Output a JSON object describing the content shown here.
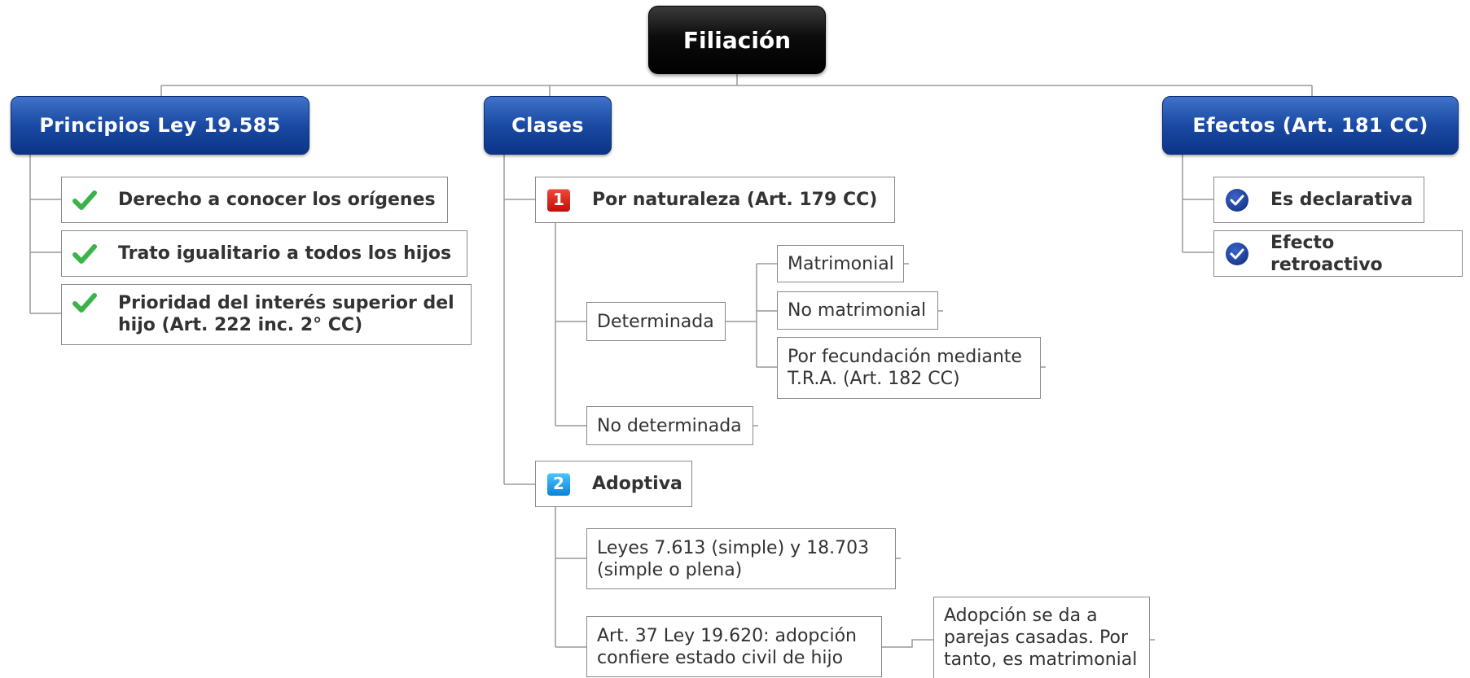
{
  "root": {
    "title": "Filiación"
  },
  "branches": {
    "principios": {
      "title": "Principios Ley 19.585",
      "items": [
        {
          "line1": "Derecho a conocer los orígenes",
          "line2": ""
        },
        {
          "line1": "Trato igualitario a todos los hijos",
          "line2": ""
        },
        {
          "line1": "Prioridad del interés superior del",
          "line2": "hijo (Art. 222 inc. 2° CC)"
        }
      ],
      "icon": "green-check-icon",
      "icon_color": "#3bb34a"
    },
    "clases": {
      "title": "Clases",
      "naturaleza": {
        "badge": "1",
        "label": "Por naturaleza (Art. 179 CC)",
        "determinada": "Determinada",
        "determinada_children": [
          {
            "line1": "Matrimonial",
            "line2": ""
          },
          {
            "line1": "No matrimonial",
            "line2": ""
          },
          {
            "line1": "Por fecundación mediante",
            "line2": "T.R.A. (Art. 182 CC)"
          }
        ],
        "no_determinada": "No determinada"
      },
      "adoptiva": {
        "badge": "2",
        "label": "Adoptiva",
        "leyes": {
          "line1": "Leyes 7.613 (simple) y 18.703",
          "line2": "(simple o plena)"
        },
        "art37": {
          "line1": "Art. 37 Ley 19.620: adopción",
          "line2": "confiere estado civil de hijo"
        },
        "nota": {
          "line1": "Adopción se da a",
          "line2": "parejas casadas. Por",
          "line3": "tanto, es matrimonial"
        }
      }
    },
    "efectos": {
      "title": "Efectos (Art. 181 CC)",
      "items": [
        {
          "label": "Es declarativa"
        },
        {
          "label": "Efecto retroactivo"
        }
      ],
      "icon": "blue-check-circle-icon"
    }
  },
  "colors": {
    "root_bg": "#000000",
    "main_bg": "#1a4aa3",
    "badge_red": "#d8261c",
    "badge_blue": "#1fa3ec",
    "connector": "#9a9a9a"
  }
}
